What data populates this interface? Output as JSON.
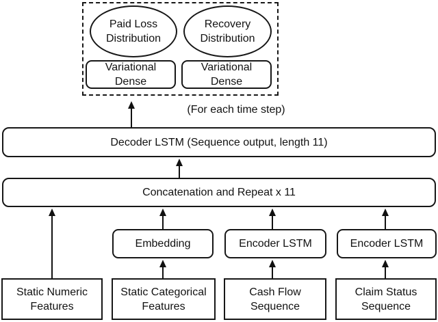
{
  "diagram": {
    "output_block": {
      "paid_loss_label": "Paid Loss\nDistribution",
      "recovery_label": "Recovery\nDistribution",
      "variational_dense_left_label": "Variational\nDense",
      "variational_dense_right_label": "Variational\nDense"
    },
    "time_step_note": "(For each time step)",
    "decoder_label": "Decoder LSTM (Sequence output, length 11)",
    "concat_label": "Concatenation and Repeat x 11",
    "middle_row": {
      "embedding_label": "Embedding",
      "encoder_lstm_1_label": "Encoder LSTM",
      "encoder_lstm_2_label": "Encoder LSTM"
    },
    "input_row": {
      "static_numeric_label": "Static Numeric\nFeatures",
      "static_categorical_label": "Static Categorical\nFeatures",
      "cash_flow_label": "Cash Flow\nSequence",
      "claim_status_label": "Claim Status\nSequence"
    },
    "colors": {
      "line": "#161616",
      "background": "#ffffff"
    }
  }
}
